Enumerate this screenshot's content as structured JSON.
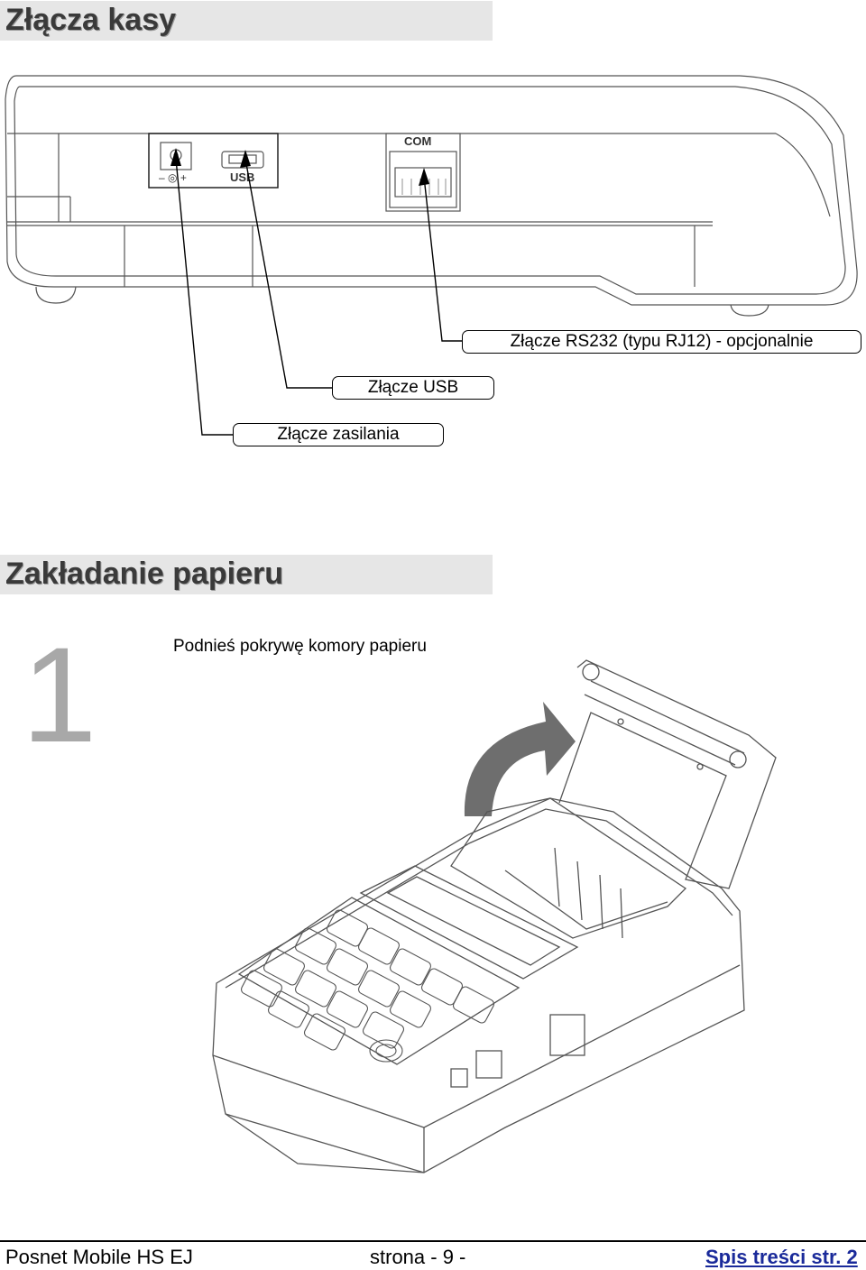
{
  "section1": {
    "title": "Złącza kasy"
  },
  "top_view": {
    "port_labels": {
      "com": "COM",
      "usb": "USB",
      "power": "– ◎ +"
    }
  },
  "callouts": {
    "rs232": "Złącze RS232 (typu RJ12) - opcjonalnie",
    "usb": "Złącze USB",
    "power": "Złącze zasilania"
  },
  "section2": {
    "title": "Zakładanie papieru"
  },
  "step": {
    "number": "1",
    "text": "Podnieś pokrywę komory papieru"
  },
  "footer": {
    "product": "Posnet Mobile HS EJ",
    "page": "strona  - 9 -",
    "toc_link": "Spis treści str. 2"
  },
  "colors": {
    "header_bg": "#e6e6e6",
    "link": "#1a2a9a",
    "step_number": "#a8a8a8"
  }
}
